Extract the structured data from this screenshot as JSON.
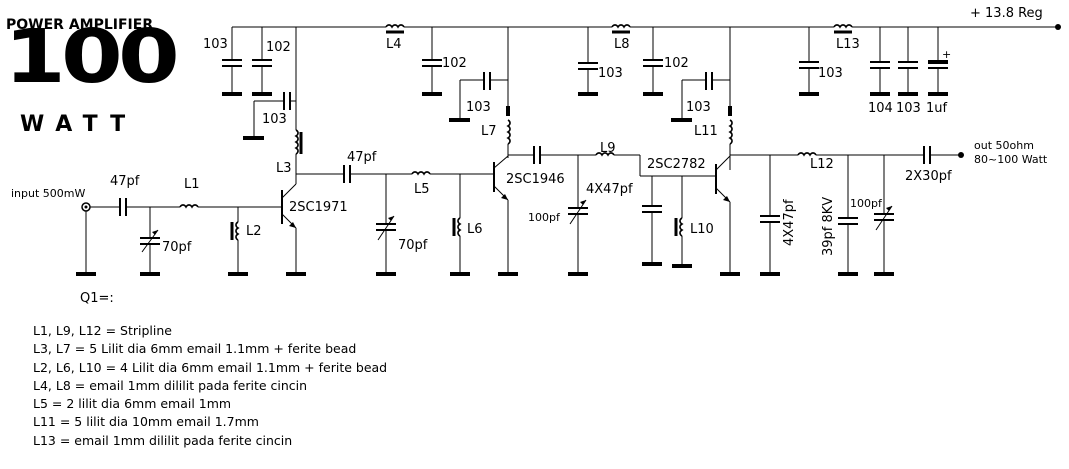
{
  "title": "POWER AMPLIFIER",
  "big_number": "100",
  "unit": "WATT",
  "supply": "+ 13.8 Reg",
  "input_label": "input 500mW",
  "output_label_1": "out 50ohm",
  "output_label_2": "80~100 Watt",
  "q1_label": "Q1=:",
  "parts": {
    "c_in_series": "47pf",
    "c_in_trim": "70pf",
    "l1": "L1",
    "l2": "L2",
    "t1": "2SC1971",
    "l3": "L3",
    "c_103_a": "103",
    "c_102_a": "102",
    "c_103_b": "103",
    "l4": "L4",
    "c_102_b": "102",
    "c_103_c": "103",
    "c_coupling_2": "47pf",
    "c_trim_2": "70pf",
    "l5": "L5",
    "l6": "L6",
    "t2": "2SC1946",
    "l7": "L7",
    "l8": "L8",
    "c_103_d": "103",
    "c_102_c": "102",
    "c_103_e": "103",
    "l9": "L9",
    "c_4x47_a": "4X47pf",
    "c_100_a": "100pf",
    "t3": "2SC2782",
    "l10": "L10",
    "l11": "L11",
    "l12": "L12",
    "l13": "L13",
    "c_103_f": "103",
    "c_104": "104",
    "c_103_g": "103",
    "c_1uf": "1uf",
    "c_4x47_b": "4X47pf",
    "c_39_8kv": "39pf 8KV",
    "c_100_b": "100pf",
    "c_2x30": "2X30pf"
  },
  "notes": [
    "L1, L9, L12 = Stripline",
    "L3, L7 = 5 Lilit dia 6mm email 1.1mm + ferite bead",
    "L2, L6, L10 = 4 Lilit dia 6mm email 1.1mm + ferite bead",
    "L4, L8 = email 1mm dililit pada ferite cincin",
    "L5 = 2 lilit dia 6mm email 1mm",
    "L11 = 5 lilit dia 10mm email 1.7mm",
    "L13 = email 1mm dililit pada ferite cincin"
  ]
}
